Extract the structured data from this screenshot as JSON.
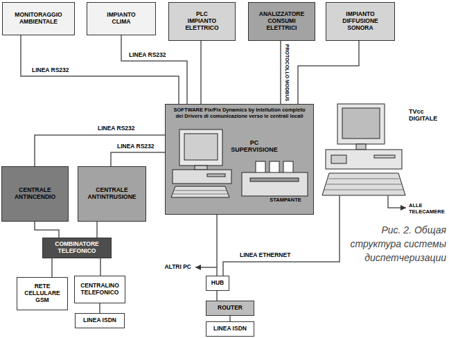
{
  "diagram": {
    "caption": "Рис. 2. Общая структура системы диспетчеризации",
    "nodes": [
      {
        "text": [
          "MONITORAGGIO AMBIENTALE"
        ]
      },
      {
        "text": [
          "IMPIANTO CLIMA"
        ]
      },
      {
        "text": [
          "PLC IMPIANTO ELETTRICO"
        ]
      },
      {
        "text": [
          "ANALIZZATORE CONSUMI ELETTRICI"
        ]
      },
      {
        "text": [
          "IMPIANTO DIFFUSIONE SONORA"
        ]
      },
      {
        "text": [
          "SOFTWARE Fix/Fix Dynamics by Intellution completo dei Drivers di comunicazione verso le centrali locali",
          "PC SUPERVISIONE",
          "STAMPANTE"
        ]
      },
      {
        "text": [
          "CENTRALE ANTINCENDIO"
        ]
      },
      {
        "text": [
          "CENTRALE ANTINTRUSIONE"
        ]
      },
      {
        "text": [
          "COMBINATORE TELEFONICO"
        ]
      },
      {
        "text": [
          "RETE CELLULARE GSM"
        ]
      },
      {
        "text": [
          "CENTRALINO TELEFONICO"
        ]
      },
      {
        "text": [
          "LINEA ISDN"
        ]
      },
      {
        "text": [
          "HUB"
        ]
      },
      {
        "text": [
          "ROUTER"
        ]
      },
      {
        "text": [
          "LINEA ISDN"
        ]
      }
    ],
    "edges": [
      {
        "from": 0,
        "to": 5,
        "arrow": "none",
        "label": "LINEA RS232"
      },
      {
        "from": 1,
        "to": 5,
        "arrow": "none",
        "label": "LINEA RS232"
      },
      {
        "from": 2,
        "to": 5,
        "arrow": "none"
      },
      {
        "from": 3,
        "to": 5,
        "arrow": "none",
        "label": "PROTOCOLLO MODBUS"
      },
      {
        "from": 4,
        "to": 5,
        "arrow": "none"
      },
      {
        "from": 6,
        "to": 5,
        "arrow": "none",
        "label": "LINEA RS232"
      },
      {
        "from": 7,
        "to": 5,
        "arrow": "none",
        "label": "LINEA RS232"
      },
      {
        "from": 6,
        "to": 8,
        "arrow": "none"
      },
      {
        "from": 7,
        "to": 8,
        "arrow": "none"
      },
      {
        "from": 8,
        "to": 9,
        "arrow": "none"
      },
      {
        "from": 8,
        "to": 10,
        "arrow": "none"
      },
      {
        "from": 10,
        "to": 11,
        "arrow": "none"
      },
      {
        "from": 5,
        "to": 12,
        "arrow": "none"
      },
      {
        "from": 12,
        "to": 13,
        "arrow": "none"
      },
      {
        "from": 13,
        "to": 14,
        "arrow": "none"
      }
    ],
    "labels": [
      "ALTRI PC",
      "LINEA ETHERNET",
      "TVcc DIGITALE",
      "ALLE TELECAMERE"
    ]
  }
}
